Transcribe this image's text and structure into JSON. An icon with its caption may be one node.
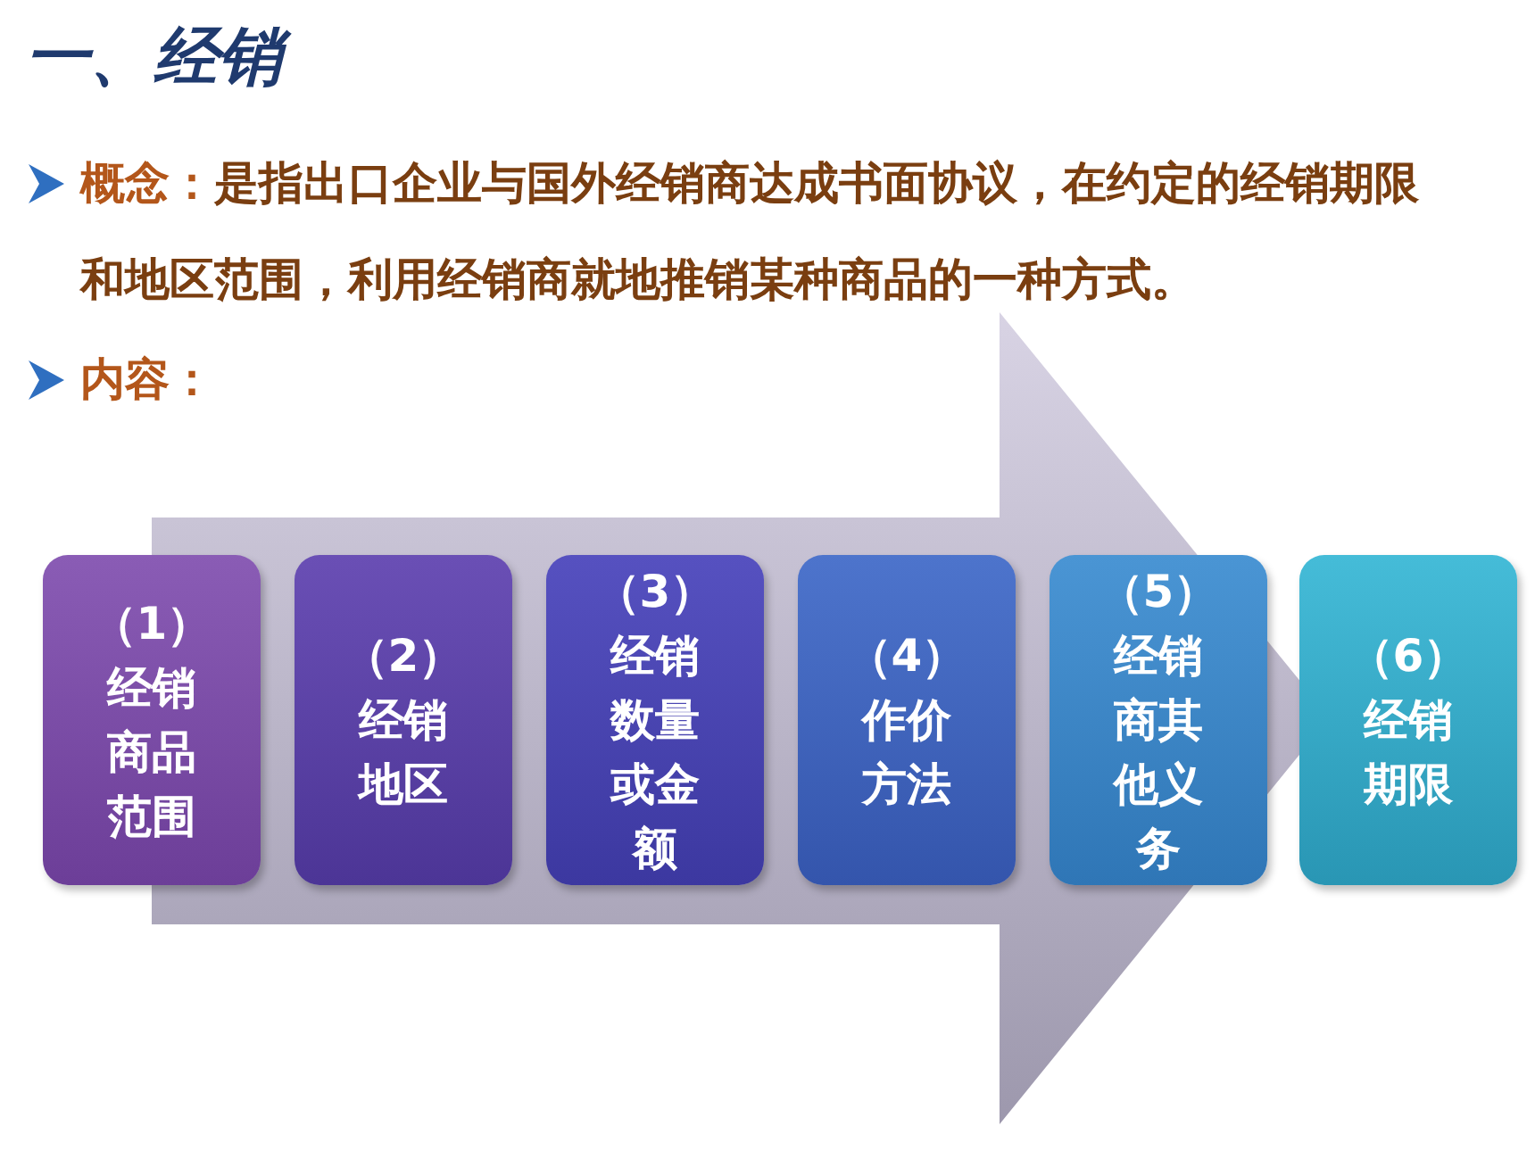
{
  "diagram": {
    "title": "一、经销",
    "nodes": [
      {
        "text": [
          "（1）经销商品范围"
        ]
      },
      {
        "text": [
          "（2）经销地区"
        ]
      },
      {
        "text": [
          "（3）经销数量或金额"
        ]
      },
      {
        "text": [
          "（4）作价方法"
        ]
      },
      {
        "text": [
          "（5）经销商其他义务"
        ]
      },
      {
        "text": [
          "（6）经销期限"
        ]
      }
    ],
    "edges": [
      {
        "from": 0,
        "to": 5,
        "arrow": "to"
      }
    ],
    "labels": [
      "概念：",
      "是指出口企业与国外经销商达成书面协议，在约定的经销期限和地区范围，利用经销商就地推销某种商品的一种方式。",
      "内容："
    ]
  }
}
